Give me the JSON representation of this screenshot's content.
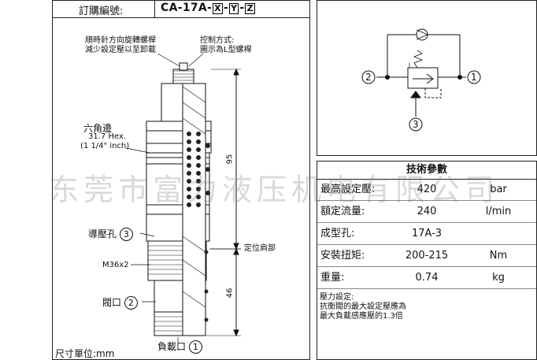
{
  "order": {
    "label": "訂購編號:",
    "code_prefix": "CA-17A-",
    "code_x": "X",
    "code_sep1": "-",
    "code_y": "Y",
    "code_sep2": "-",
    "code_z": "Z"
  },
  "callouts": {
    "adjust_line1": "順時針方向旋轉螺桿",
    "adjust_line2": "減少設定壓以至卸載",
    "control_line1": "控制方式:",
    "control_line2": "圖示為L型螺桿",
    "hex_label": "六角邊",
    "hex_size": "31.7 Hex.",
    "hex_inch": "(1 1/4\" inch)",
    "pilot_port": "導壓孔",
    "pilot_num": "3",
    "thread": "M36x2",
    "valve_port": "閥口",
    "valve_num": "2",
    "load_port": "負載口",
    "load_num": "1",
    "locating": "定位肩部",
    "dim_95": "95",
    "dim_46": "46",
    "unit": "尺寸單位:mm"
  },
  "schematic": {
    "port_left": "2",
    "port_right": "1",
    "port_bottom": "3"
  },
  "spec": {
    "title": "技術參數",
    "rows": [
      {
        "label": "最高設定壓:",
        "value": "420",
        "unit": "bar"
      },
      {
        "label": "額定流量:",
        "value": "240",
        "unit": "l/min"
      },
      {
        "label": "成型孔:",
        "value": "17A-3",
        "unit": ""
      },
      {
        "label": "安裝扭矩:",
        "value": "200-215",
        "unit": "Nm"
      },
      {
        "label": "重量:",
        "value": "0.74",
        "unit": "kg"
      }
    ],
    "note1": "壓力設定:",
    "note2": "抗衡閥的最大設定壓應為",
    "note3": "最大負載感應壓的1.3倍"
  },
  "watermark": "东莞市富力液压机电有限公司"
}
